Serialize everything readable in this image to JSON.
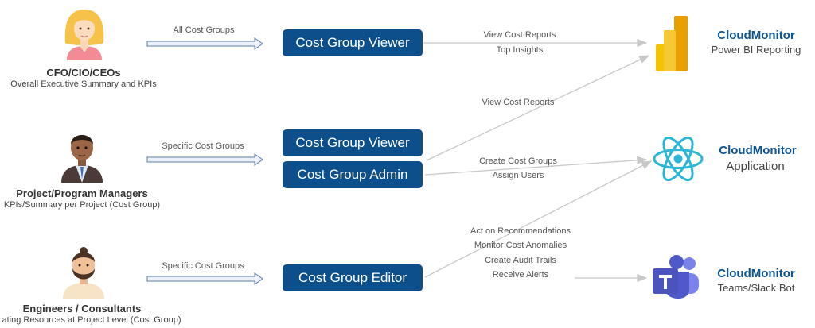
{
  "roles": [
    {
      "title": "CFO/CIO/CEOs",
      "subtitle": "Overall Executive Summary and KPIs",
      "icon": "executive-avatar-icon"
    },
    {
      "title": "Project/Program Managers",
      "subtitle": "KPIs/Summary per Project (Cost Group)",
      "icon": "manager-avatar-icon"
    },
    {
      "title": "Engineers / Consultants",
      "subtitle": "ating Resources at Project Level (Cost Group)",
      "icon": "engineer-avatar-icon"
    }
  ],
  "access_labels": [
    "All Cost Groups",
    "Specific Cost Groups",
    "Specific Cost Groups"
  ],
  "permission_boxes": [
    "Cost Group Viewer",
    "Cost Group Viewer",
    "Cost Group Admin",
    "Cost Group Editor"
  ],
  "action_labels": {
    "powerbi": [
      "View Cost Reports",
      "Top Insights"
    ],
    "viewer_to_powerbi": "View Cost Reports",
    "admin": [
      "Create Cost Groups",
      "Assign Users"
    ],
    "editor": [
      "Act on Recommendations",
      "Monitor Cost Anomalies",
      "Create Audit Trails",
      "Receive Alerts"
    ]
  },
  "targets": [
    {
      "brand": "CloudMonitor",
      "name": "Power BI Reporting",
      "icon": "power-bi-icon"
    },
    {
      "brand": "CloudMonitor",
      "name": "Application",
      "icon": "react-icon"
    },
    {
      "brand": "CloudMonitor",
      "name": "Teams/Slack Bot",
      "icon": "teams-icon"
    }
  ],
  "colors": {
    "box": "#0d4f8b",
    "brand": "#0b5394",
    "arrow": "#c8c8c8",
    "access_arrow": "#5b7fa6"
  }
}
